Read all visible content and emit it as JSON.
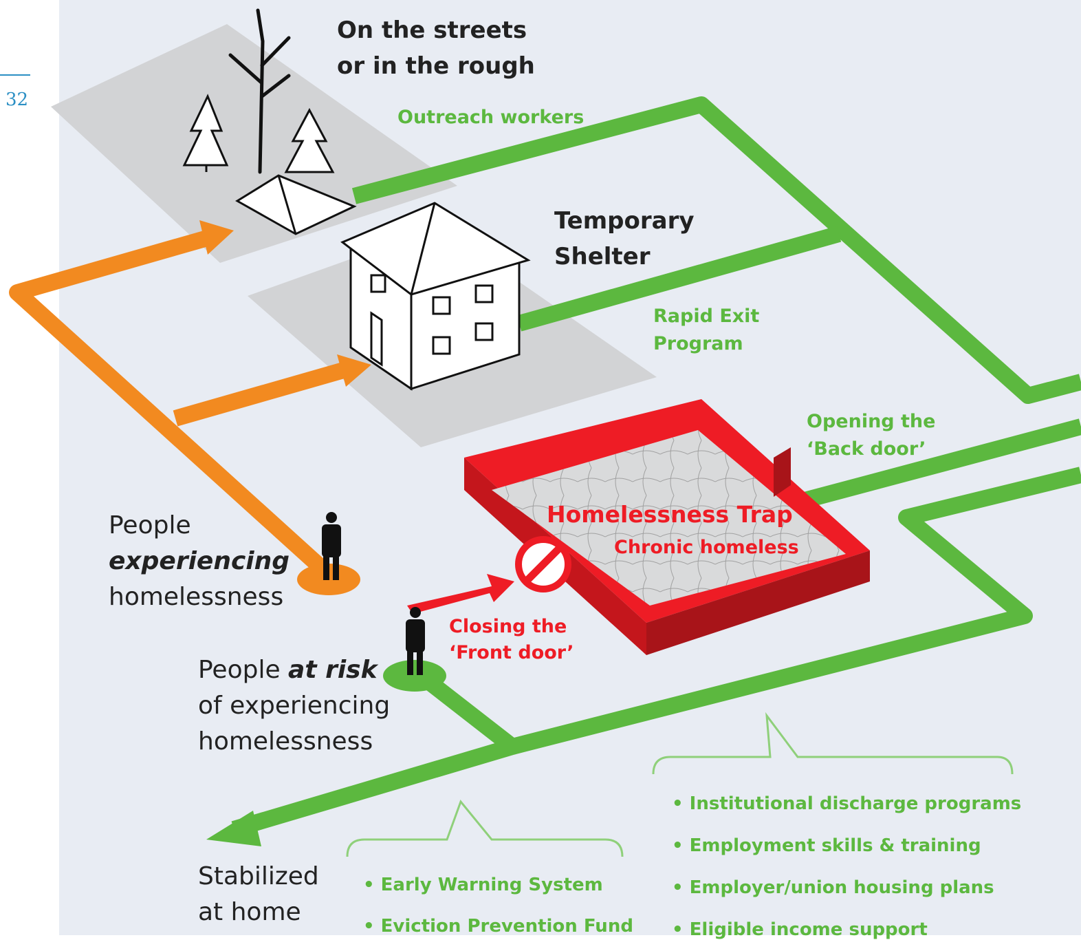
{
  "page_number": "32",
  "colors": {
    "background": "#e8ecf3",
    "green": "#5cb83f",
    "orange": "#f28a20",
    "red": "#ee1c25",
    "platform": "#d2d3d5"
  },
  "labels": {
    "streets_line1": "On the streets",
    "streets_line2": "or in the rough",
    "outreach": "Outreach workers",
    "shelter_line1": "Temporary",
    "shelter_line2": "Shelter",
    "rapid_line1": "Rapid Exit",
    "rapid_line2": "Program",
    "backdoor_line1": "Opening the",
    "backdoor_line2": "‘Back door’",
    "trap_title": "Homelessness Trap",
    "trap_sub": "Chronic homeless",
    "frontdoor_line1": "Closing the",
    "frontdoor_line2": "‘Front door’",
    "exp_line1": "People",
    "exp_line2": "experiencing",
    "exp_line3": "homelessness",
    "risk_line1_a": "People ",
    "risk_line1_b": "at risk",
    "risk_line2": "of experiencing",
    "risk_line3": "homelessness",
    "stable_line1": "Stabilized",
    "stable_line2": "at home"
  },
  "prevention_list": [
    "Early Warning System",
    "Eviction Prevention Fund"
  ],
  "exit_list": [
    "Institutional discharge programs",
    "Employment skills & training",
    "Employer/union housing plans",
    "Eligible income support"
  ]
}
